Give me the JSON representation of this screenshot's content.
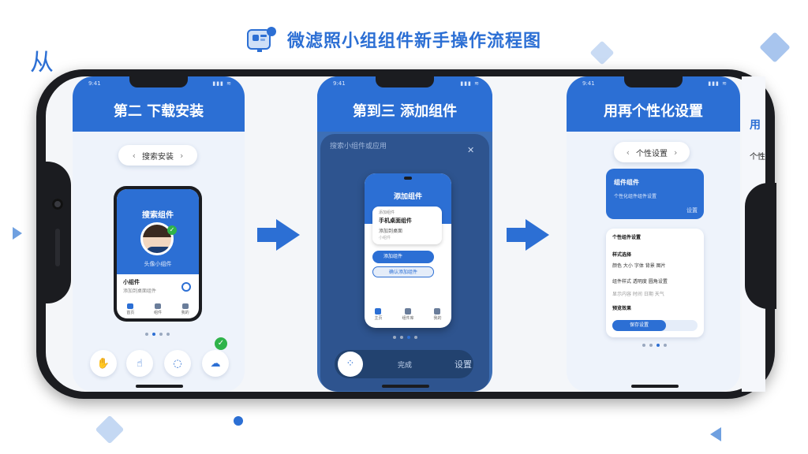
{
  "header": {
    "title": "微滤照小组组件新手操作流程图",
    "corner_text": "从"
  },
  "colors": {
    "accent": "#2c6fd4",
    "phone_frame": "#1b1c20",
    "panel_bg": "#eef3fb",
    "success": "#2fb34a"
  },
  "steps": [
    {
      "title": "第二 下载安装",
      "status_time": "9:41",
      "pill_label": "搜索安装",
      "mini": {
        "title": "搜索组件",
        "name": "头像小组件",
        "sub": "小组件",
        "sub2": "添加到桌面组件",
        "nav": [
          "首页",
          "组件",
          "我的"
        ]
      },
      "bottom_icons": [
        "hand-icon",
        "touch-icon",
        "ear-icon",
        "cloud-icon"
      ]
    },
    {
      "title": "第到三 添加组件",
      "status_time": "9:41",
      "search_text": "搜索小组件或应用",
      "card": {
        "title": "添加组件",
        "l1": "添加组件",
        "l2": "手机桌面组件",
        "l3": "添加到桌面",
        "l4": "小组件",
        "btn1": "添加组件",
        "btn2": "确认添加组件",
        "nav": [
          "主页",
          "组件库",
          "我的"
        ]
      },
      "bottom_mid": "完成",
      "bottom_right": "设置"
    },
    {
      "title": "用再个性化设置",
      "status_time": "9:41",
      "pill_label": "个性设置",
      "card1": {
        "title": "组件组件",
        "sub": "个性化组件组件设置",
        "icon": "设置"
      },
      "card2": {
        "heading": "个性组件设置",
        "rows": [
          "样式选择",
          "颜色 大小 字体 背景 图片",
          "组件样式 透明度 圆角设置",
          "显示内容 时间 日期 天气",
          "预览效果"
        ],
        "btn": "保存设置"
      }
    }
  ],
  "partial_panel": {
    "title": "用",
    "text": "个性"
  }
}
